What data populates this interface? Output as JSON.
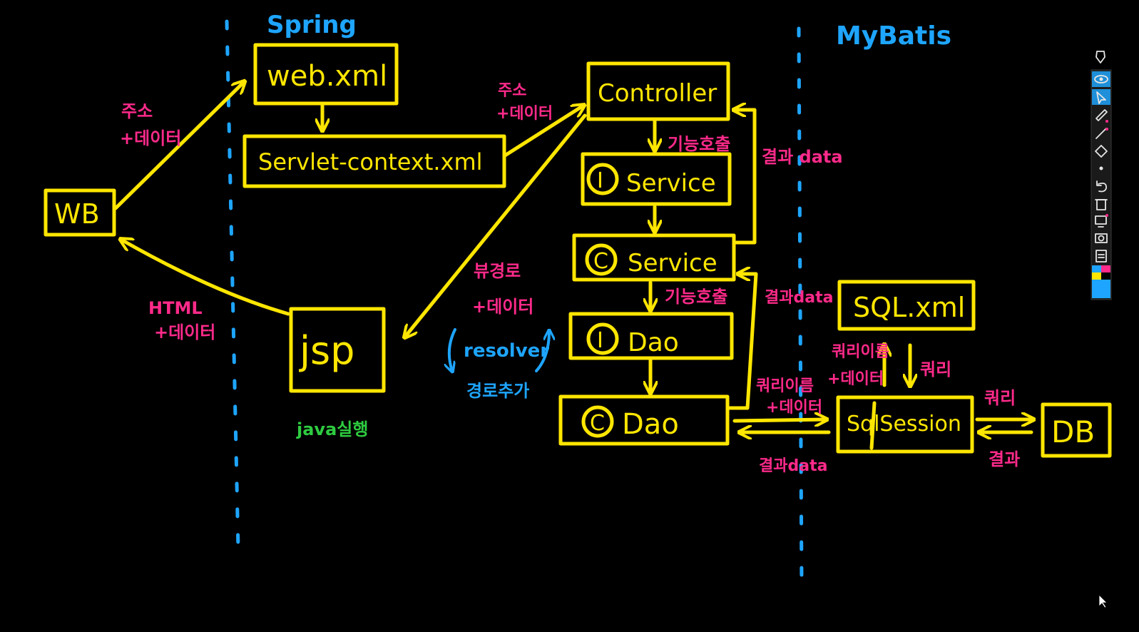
{
  "sections": {
    "left": "Spring",
    "right": "MyBatis"
  },
  "boxes": {
    "wb": "WB",
    "web_xml": "web.xml",
    "servlet_context": "Servlet-context.xml",
    "jsp": "jsp",
    "controller": "Controller",
    "i_service": "Service",
    "c_service": "Service",
    "i_dao": "Dao",
    "c_dao": "Dao",
    "sql_xml": "SQL.xml",
    "sqlsession": "SqlSession",
    "db": "DB"
  },
  "badges": {
    "interface": "I",
    "class": "C"
  },
  "labels": {
    "addr_data_1a": "주소",
    "addr_data_1b": "+데이터",
    "addr_data_2a": "주소",
    "addr_data_2b": "+데이터",
    "html_data_a": "HTML",
    "html_data_b": "+데이터",
    "view_path_a": "뷰경로",
    "view_path_b": "+데이터",
    "func_call_1": "기능호출",
    "func_call_2": "기능호출",
    "result_data_1": "결과 data",
    "result_data_2": "결과data",
    "result_data_3": "결과data",
    "query_name_a": "쿼리이름",
    "query_name_b": "+데이터",
    "query_name2_a": "쿼리이름",
    "query_name2_b": "+데이터",
    "query_1": "쿼리",
    "query_2": "쿼리",
    "result": "결과"
  },
  "blue_labels": {
    "resolver": "resolver",
    "path_add": "경로추가"
  },
  "green_labels": {
    "java_exec": "java실행"
  },
  "colors": {
    "box": "#ffe600",
    "annotation": "#ff2a8a",
    "section": "#1ea5ff",
    "note": "#2ecc40",
    "background": "#000000"
  },
  "toolbar": {
    "icons": [
      "pen-nib-icon",
      "eye-icon",
      "cursor-icon",
      "highlighter-icon",
      "line-pen-icon",
      "eraser-icon",
      "dot-icon",
      "undo-icon",
      "trash-icon",
      "board-icon",
      "camera-icon",
      "clipboard-icon",
      "color-palette-icon"
    ]
  }
}
